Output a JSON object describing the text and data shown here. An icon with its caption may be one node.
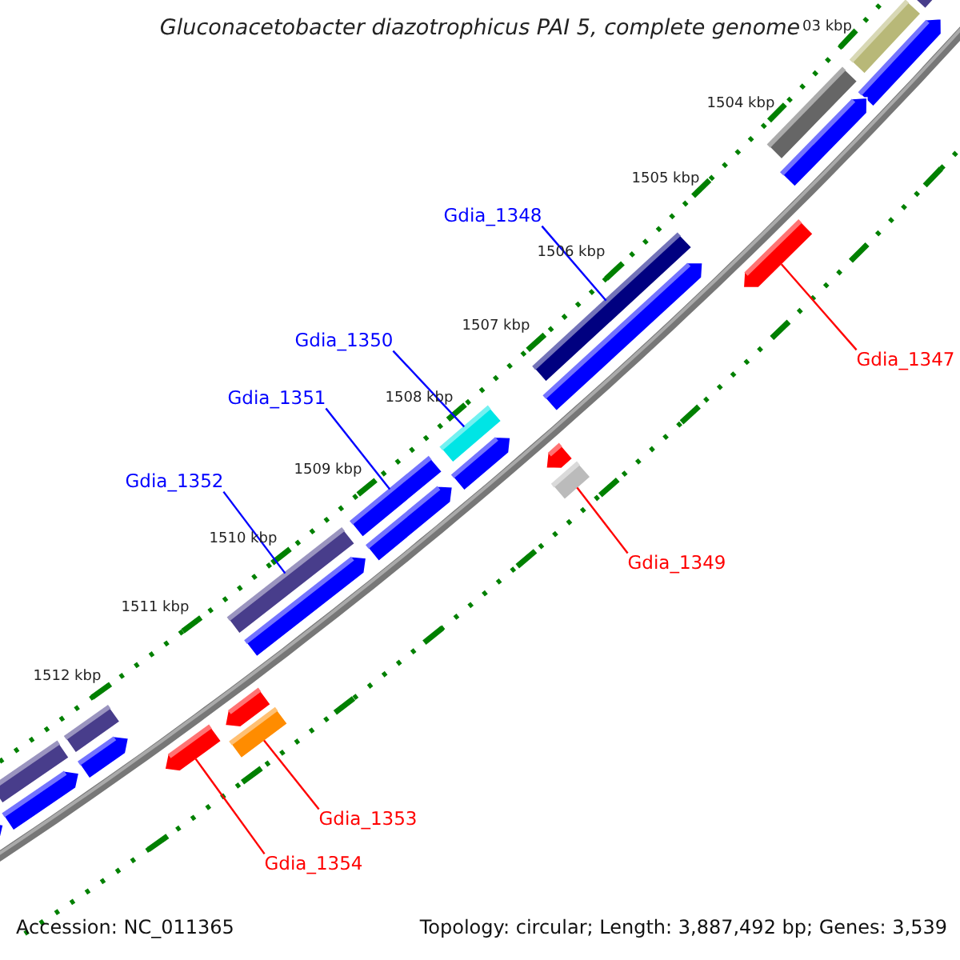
{
  "diagram": {
    "title": "Gluconacetobacter diazotrophicus PAI 5, complete genome",
    "nodes": [
      {
        "text": [
          "Gdia_1348"
        ]
      },
      {
        "text": [],
        "shape": "bar"
      },
      {
        "text": [
          "Gdia_1347"
        ]
      },
      {
        "text": [],
        "shape": "arrow"
      },
      {
        "text": [
          "Gdia_1350"
        ]
      },
      {
        "text": [],
        "shape": "bar"
      },
      {
        "text": [
          "Gdia_1351"
        ]
      },
      {
        "text": [],
        "shape": "bar"
      },
      {
        "text": [
          "Gdia_1352"
        ]
      },
      {
        "text": [],
        "shape": "bar"
      },
      {
        "text": [
          "Gdia_1349"
        ]
      },
      {
        "text": [],
        "shape": "bar"
      },
      {
        "text": [
          "Gdia_1353"
        ]
      },
      {
        "text": [],
        "shape": "bar"
      },
      {
        "text": [
          "Gdia_1354"
        ]
      },
      {
        "text": [],
        "shape": "arrow"
      },
      {
        "text": [],
        "shape": "bar"
      },
      {
        "text": [],
        "shape": "bar"
      },
      {
        "text": [],
        "shape": "bar"
      },
      {
        "text": [],
        "shape": "bar"
      },
      {
        "text": [],
        "shape": "bar"
      },
      {
        "text": [],
        "shape": "arrow"
      },
      {
        "text": [],
        "shape": "arrow"
      },
      {
        "text": [],
        "shape": "arrow"
      },
      {
        "text": [],
        "shape": "arrow"
      },
      {
        "text": [],
        "shape": "arrow"
      },
      {
        "text": [],
        "shape": "arrow"
      },
      {
        "text": [],
        "shape": "arrow"
      },
      {
        "text": [],
        "shape": "arrow"
      },
      {
        "text": [],
        "shape": "arrow"
      },
      {
        "text": [],
        "shape": "arrow"
      },
      {
        "text": [],
        "shape": "arrow"
      }
    ],
    "edges": [
      {
        "from": 0,
        "to": 1,
        "arrow": "none",
        "color": "#0000ff"
      },
      {
        "from": 2,
        "to": 3,
        "arrow": "none",
        "color": "#ff0000"
      },
      {
        "from": 4,
        "to": 5,
        "arrow": "none",
        "color": "#0000ff"
      },
      {
        "from": 6,
        "to": 7,
        "arrow": "none",
        "color": "#0000ff"
      },
      {
        "from": 8,
        "to": 9,
        "arrow": "none",
        "color": "#0000ff"
      },
      {
        "from": 10,
        "to": 11,
        "arrow": "none",
        "color": "#ff0000"
      },
      {
        "from": 12,
        "to": 13,
        "arrow": "none",
        "color": "#ff0000"
      },
      {
        "from": 14,
        "to": 15,
        "arrow": "none",
        "color": "#ff0000"
      }
    ],
    "labels": [
      "03 kbp",
      "1504 kbp",
      "1505 kbp",
      "1506 kbp",
      "1507 kbp",
      "1508 kbp",
      "1509 kbp",
      "1510 kbp",
      "1511 kbp",
      "1512 kbp",
      "Accession: NC_011365",
      "Topology: circular; Length: 3,887,492 bp; Genes: 3,539"
    ]
  }
}
